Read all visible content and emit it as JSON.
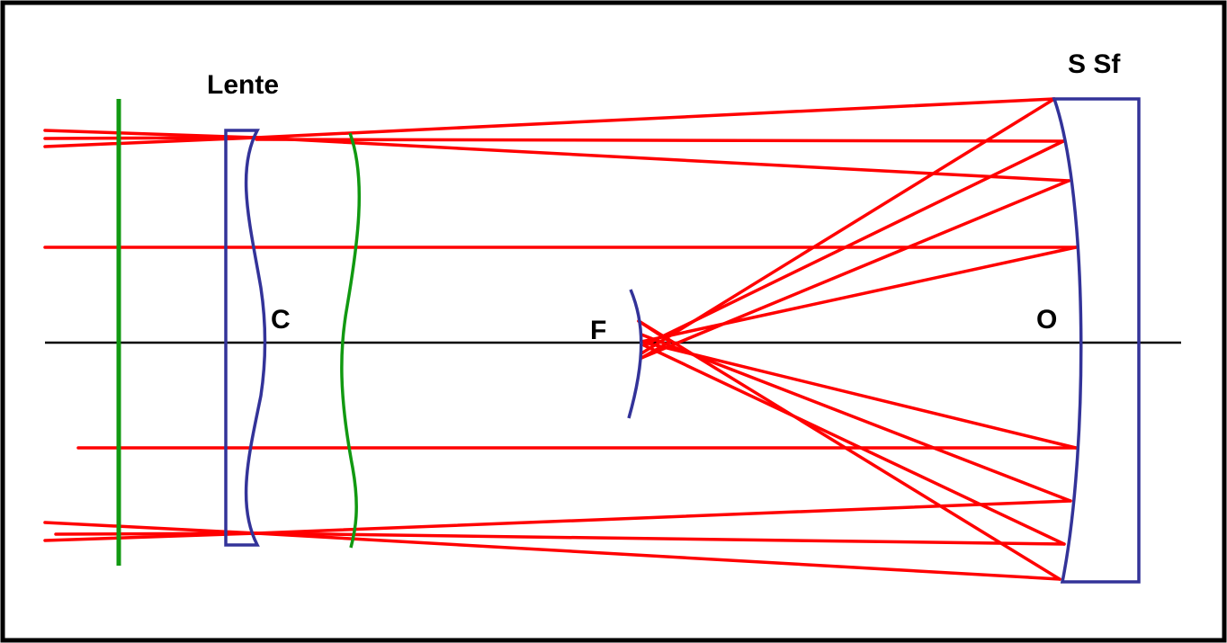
{
  "labels": {
    "lens": "Lente",
    "mirror": "S Sf",
    "corrector": "C",
    "focus": "F",
    "objective": "O"
  },
  "colors": {
    "frame": "#000000",
    "ray": "#ff0000",
    "optic": "#333399",
    "plate": "#119911",
    "axis": "#000000"
  }
}
